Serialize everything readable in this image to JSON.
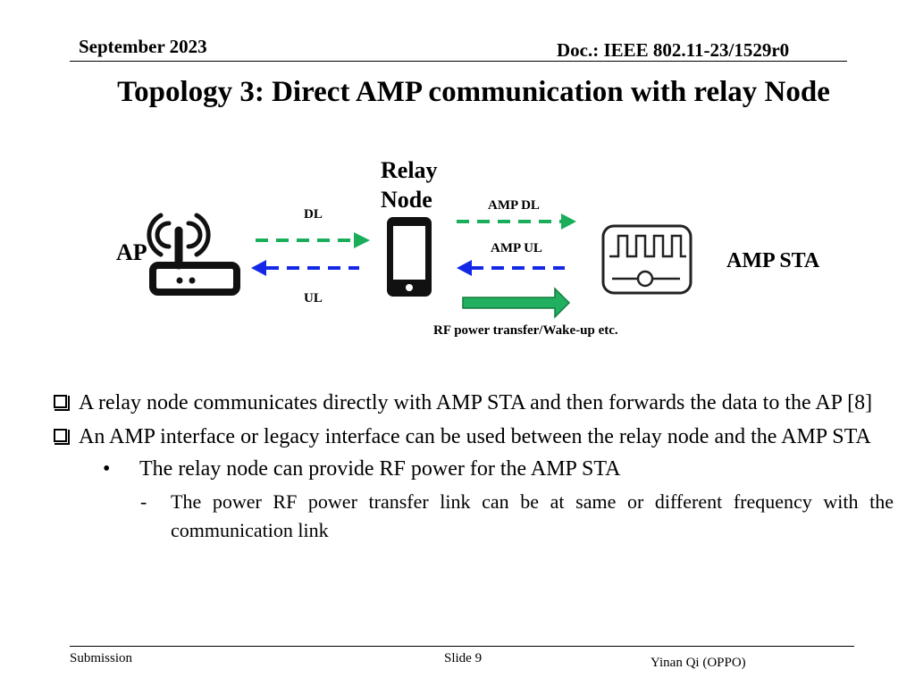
{
  "header": {
    "date": "September 2023",
    "doc_id": "Doc.: IEEE 802.11-23/1529r0"
  },
  "title": "Topology 3: Direct AMP communication with relay Node",
  "diagram": {
    "relay_label_line1": "Relay",
    "relay_label_line2": "Node",
    "ap_label": "AP",
    "sta_label": "AMP STA",
    "dl_label": "DL",
    "ul_label": "UL",
    "amp_dl_label": "AMP DL",
    "amp_ul_label": "AMP UL",
    "rf_label": "RF power transfer/Wake-up etc.",
    "colors": {
      "downlink": "#1aae5b",
      "uplink": "#1528e8",
      "rf_fill": "#20b060",
      "rf_stroke": "#147a3c",
      "icon": "#111111"
    },
    "icons": [
      "router-icon",
      "smartphone-icon",
      "amp-sta-device-icon"
    ]
  },
  "bullets": [
    {
      "text": "A relay node communicates directly with AMP STA and then forwards the data to the AP [8]"
    },
    {
      "text": " An AMP interface or legacy interface can be used between the relay node and the AMP STA",
      "sub": {
        "marker": "•",
        "text": "The relay node can provide RF power for the AMP STA",
        "sub": {
          "marker": "-",
          "text": "The power RF power transfer link can be at same or different frequency with the communication link"
        }
      }
    }
  ],
  "footer": {
    "left": "Submission",
    "center": "Slide 9",
    "right": "Yinan Qi (OPPO)"
  }
}
